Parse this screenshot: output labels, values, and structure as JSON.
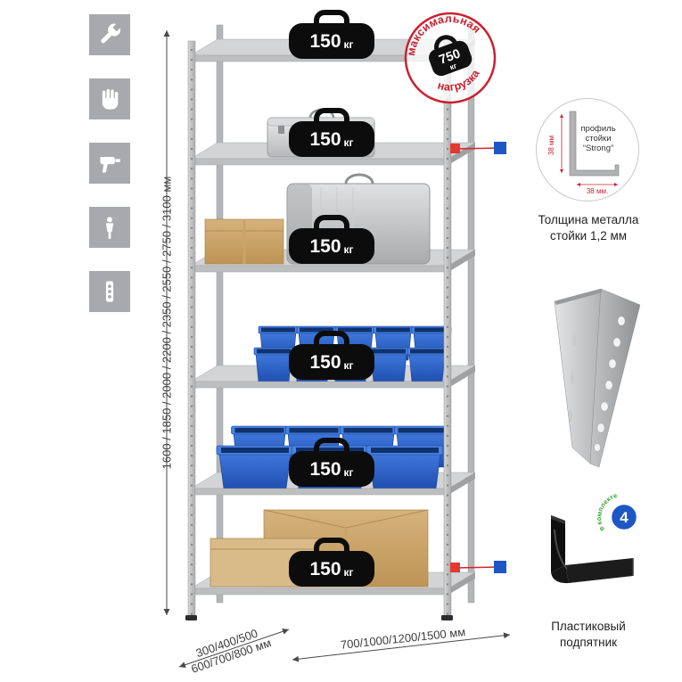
{
  "colors": {
    "accent_red": "#cb2030",
    "accent_blue": "#1c57c5",
    "accent_green": "#3aa635",
    "bin_blue": "#2a63c9",
    "icon_gray": "#a7a9ac"
  },
  "left_icons": [
    {
      "id": "wrench"
    },
    {
      "id": "gloves"
    },
    {
      "id": "drill"
    },
    {
      "id": "person"
    },
    {
      "id": "power-strip"
    }
  ],
  "dimensions": {
    "height": "1600 / 1850 / 2000 / 2200 / 2350 / 2550 / 2750 / 3100 мм",
    "depth_line1": "300/400/500",
    "depth_line2": "600/700/800 мм",
    "width": "700/1000/1200/1500 мм"
  },
  "shelf_badges": [
    {
      "value": "150",
      "unit": "кг"
    },
    {
      "value": "150",
      "unit": "кг"
    },
    {
      "value": "150",
      "unit": "кг"
    },
    {
      "value": "150",
      "unit": "кг"
    },
    {
      "value": "150",
      "unit": "кг"
    },
    {
      "value": "150",
      "unit": "кг"
    }
  ],
  "max_load_stamp": {
    "arc_top": "максимальная",
    "arc_bottom": "нагрузка",
    "value": "750",
    "unit": "кг"
  },
  "profile_callout": {
    "line1": "профиль",
    "line2": "стойки",
    "line3": "“Strong”",
    "dim_vertical": "38 мм",
    "dim_horizontal": "38 мм.",
    "caption_line1": "Толщина металла",
    "caption_line2": "стойки 1,2 мм"
  },
  "foot_callout": {
    "badge_value": "4",
    "badge_arc": "в комплекте",
    "caption_line1": "Пластиковый",
    "caption_line2": "подпятник"
  }
}
